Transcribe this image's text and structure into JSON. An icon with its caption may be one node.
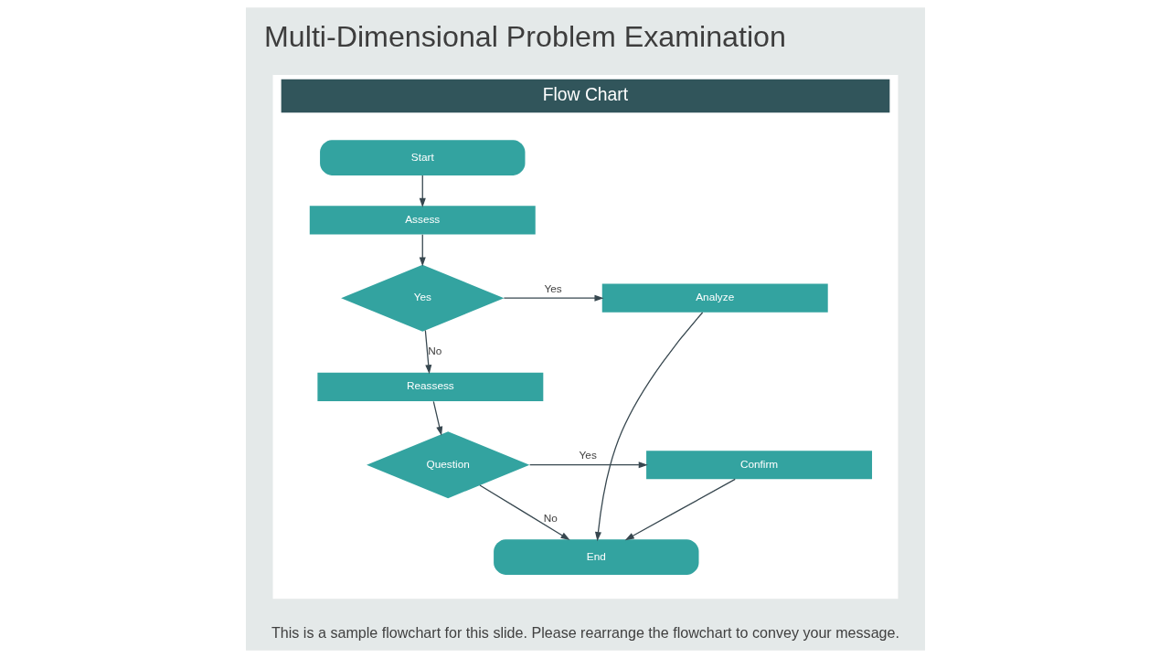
{
  "diagram": {
    "title": "Multi-Dimensional Problem Examination",
    "caption": "This is a sample flowchart for this slide. Please rearrange the flowchart to convey your message.",
    "nodes": [
      {
        "text": [
          "Flow Chart"
        ]
      },
      {
        "text": [
          "Start"
        ],
        "in": 0
      },
      {
        "text": [
          "Assess"
        ],
        "in": 0
      },
      {
        "text": [
          "Yes"
        ],
        "in": 0
      },
      {
        "text": [
          "Analyze"
        ],
        "in": 0
      },
      {
        "text": [
          "Reassess"
        ],
        "in": 0
      },
      {
        "text": [
          "Question"
        ],
        "in": 0
      },
      {
        "text": [
          "Confirm"
        ],
        "in": 0
      },
      {
        "text": [
          "End"
        ],
        "in": 0
      }
    ],
    "edges": [
      {
        "from": 1,
        "to": 2,
        "arrow": "to"
      },
      {
        "from": 2,
        "to": 3,
        "arrow": "to"
      },
      {
        "from": 3,
        "to": 4,
        "arrow": "to",
        "label": "Yes"
      },
      {
        "from": 3,
        "to": 5,
        "arrow": "to",
        "label": "No"
      },
      {
        "from": 5,
        "to": 6,
        "arrow": "to"
      },
      {
        "from": 6,
        "to": 7,
        "arrow": "to",
        "label": "Yes"
      },
      {
        "from": 6,
        "to": 8,
        "arrow": "to",
        "label": "No"
      },
      {
        "from": 7,
        "to": 8,
        "arrow": "to"
      },
      {
        "from": 4,
        "to": 8,
        "arrow": "to"
      }
    ]
  }
}
